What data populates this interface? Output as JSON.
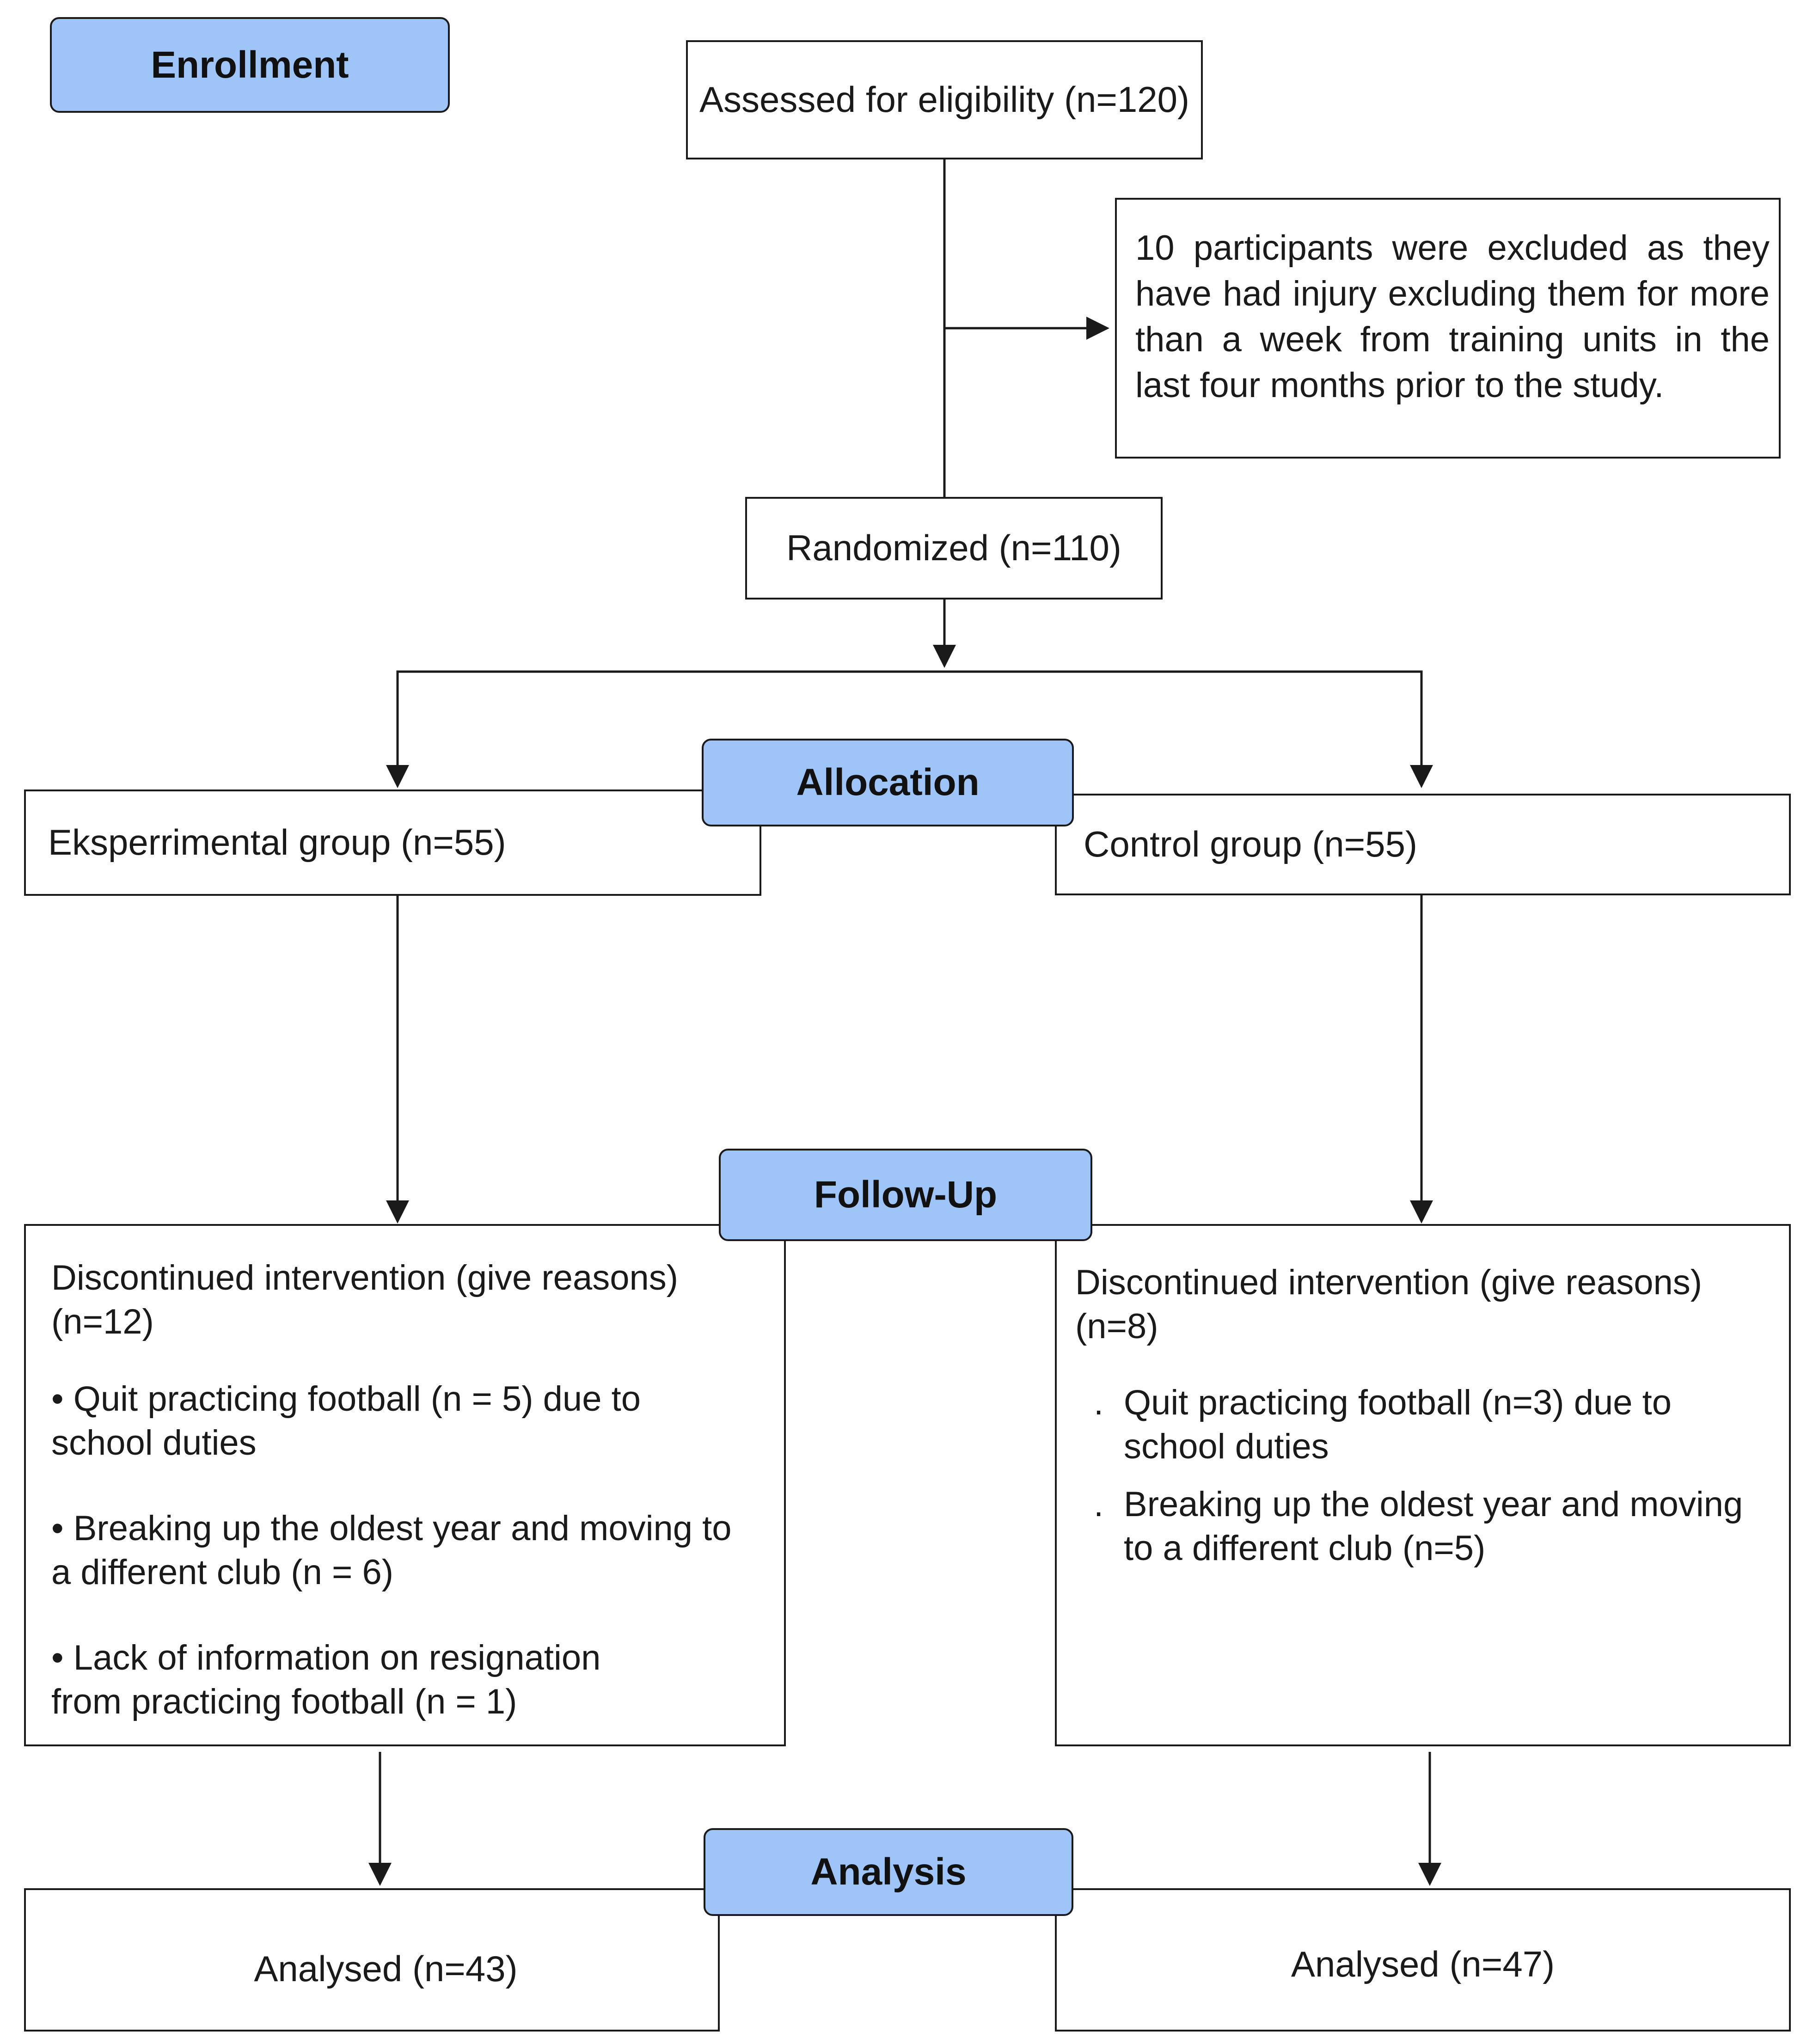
{
  "stages": {
    "enrollment": "Enrollment",
    "allocation": "Allocation",
    "follow_up": "Follow-Up",
    "analysis": "Analysis"
  },
  "enrollment": {
    "assessed": "Assessed for eligibility (n=120)",
    "excluded": "10 participants were excluded as they have had injury excluding them for more than a week from training units in the last four months prior to the study.",
    "randomized": "Randomized (n=110)"
  },
  "allocation": {
    "experimental": "Eksperrimental group (n=55)",
    "control": "Control group (n=55)"
  },
  "follow_up": {
    "experimental": {
      "heading": "Discontinued intervention (give reasons) (n=12)",
      "reasons": [
        "• Quit practicing football (n = 5) due to school duties",
        "• Breaking up the oldest year and moving to a different club (n = 6)",
        "• Lack of information on resignation from practicing football (n = 1)"
      ]
    },
    "control": {
      "heading": "Discontinued intervention (give reasons) (n=8)",
      "reasons": [
        "Quit practicing football (n=3) due to school duties",
        "Breaking up the oldest year and moving to a different club (n=5)"
      ]
    }
  },
  "analysis": {
    "experimental": "Analysed (n=43)",
    "control": "Analysed (n=47)"
  },
  "colors": {
    "stage_fill": "#9fc5f8",
    "line": "#1a1a1a"
  }
}
